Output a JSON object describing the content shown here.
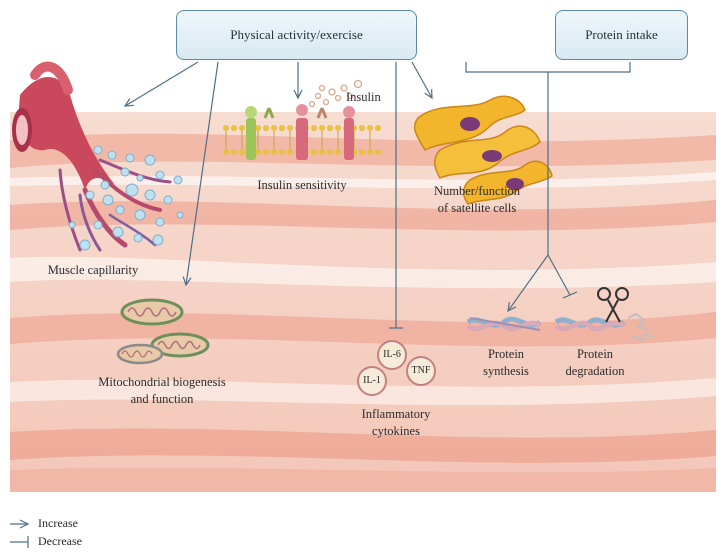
{
  "boxes": {
    "exercise": "Physical activity/exercise",
    "protein_intake": "Protein intake"
  },
  "labels": {
    "insulin": "Insulin",
    "insulin_sensitivity": "Insulin sensitivity",
    "muscle_capillarity": "Muscle capillarity",
    "satellite_line1": "Number/function",
    "satellite_line2": "of satellite cells",
    "mito_line1": "Mitochondrial biogenesis",
    "mito_line2": "and function",
    "inflam_line1": "Inflammatory",
    "inflam_line2": "cytokines",
    "synthesis_line1": "Protein",
    "synthesis_line2": "synthesis",
    "degradation_line1": "Protein",
    "degradation_line2": "degradation",
    "cytokine_il6": "IL-6",
    "cytokine_il1": "IL-1",
    "cytokine_tnf": "TNF"
  },
  "legend": {
    "increase": "Increase",
    "decrease": "Decrease"
  },
  "colors": {
    "muscle_base": "#f6d3c6",
    "muscle_stripe": "#ef9c88",
    "arrow": "#4f6f86",
    "box_border": "#5a8aa6"
  }
}
